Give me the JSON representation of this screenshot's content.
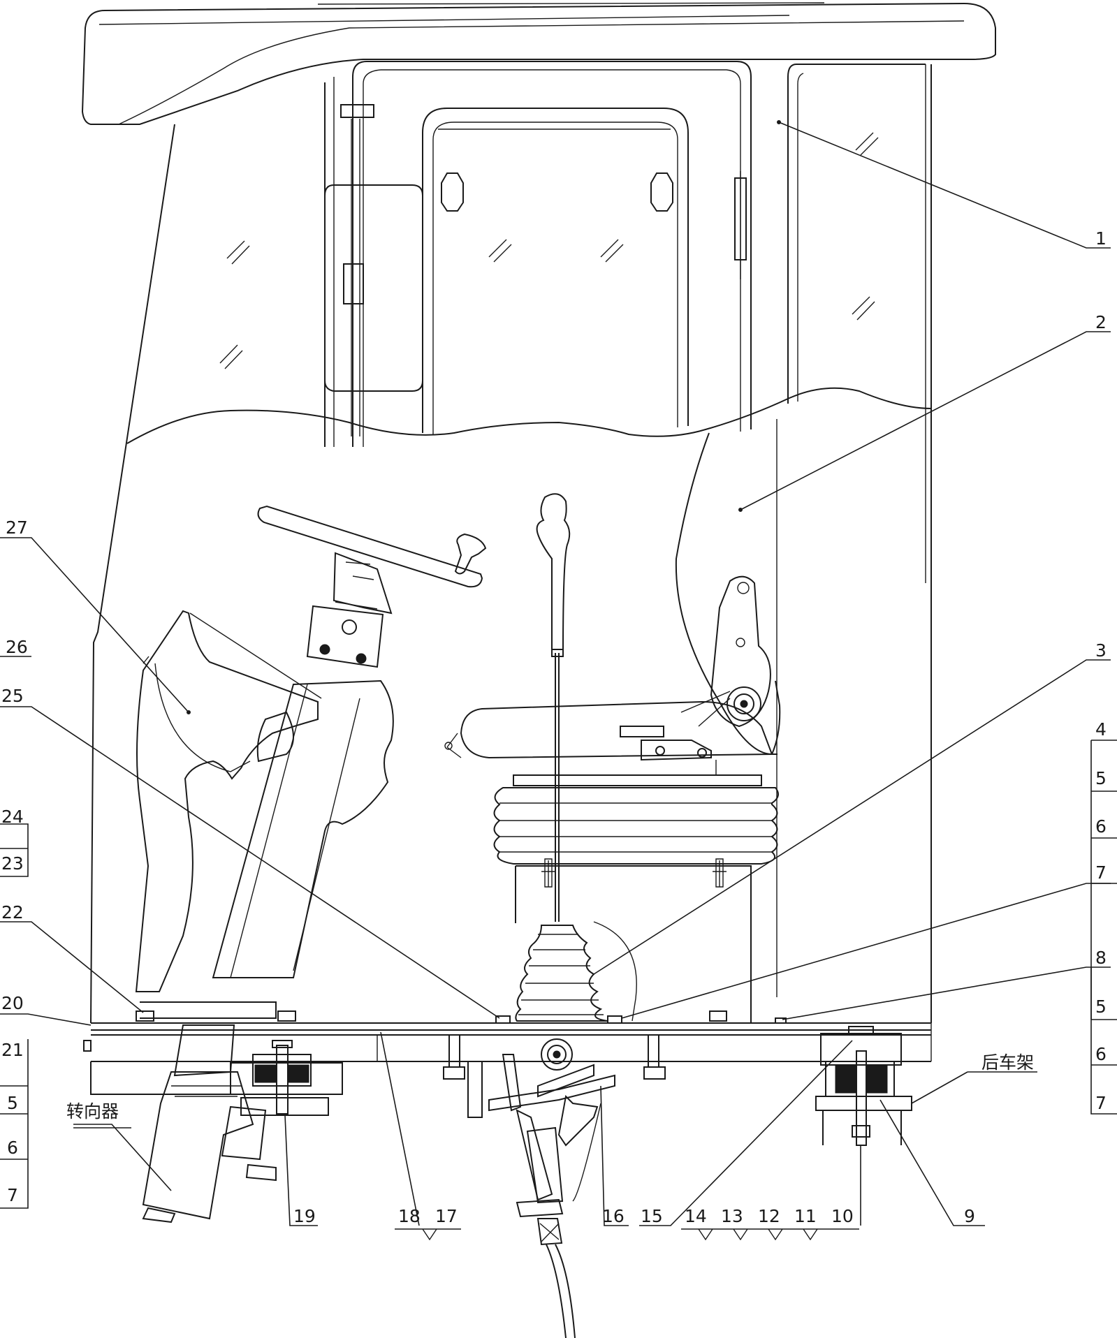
{
  "labels": {
    "n1": "1",
    "n2": "2",
    "n3": "3",
    "r4": "4",
    "r5": "5",
    "r6": "6",
    "r7": "7",
    "n8": "8",
    "r5b": "5",
    "r6b": "6",
    "r7b": "7",
    "n9": "9",
    "n10": "10",
    "n11": "11",
    "n12": "12",
    "n13": "13",
    "n14": "14",
    "n15": "15",
    "n16": "16",
    "n17": "17",
    "n18": "18",
    "n19": "19",
    "n20": "20",
    "n21": "21",
    "l5": "5",
    "l6": "6",
    "l7": "7",
    "n22": "22",
    "n23": "23",
    "n24": "24",
    "n25": "25",
    "n26": "26",
    "n27": "27",
    "steering_unit": "转向器",
    "rear_frame": "后车架"
  }
}
